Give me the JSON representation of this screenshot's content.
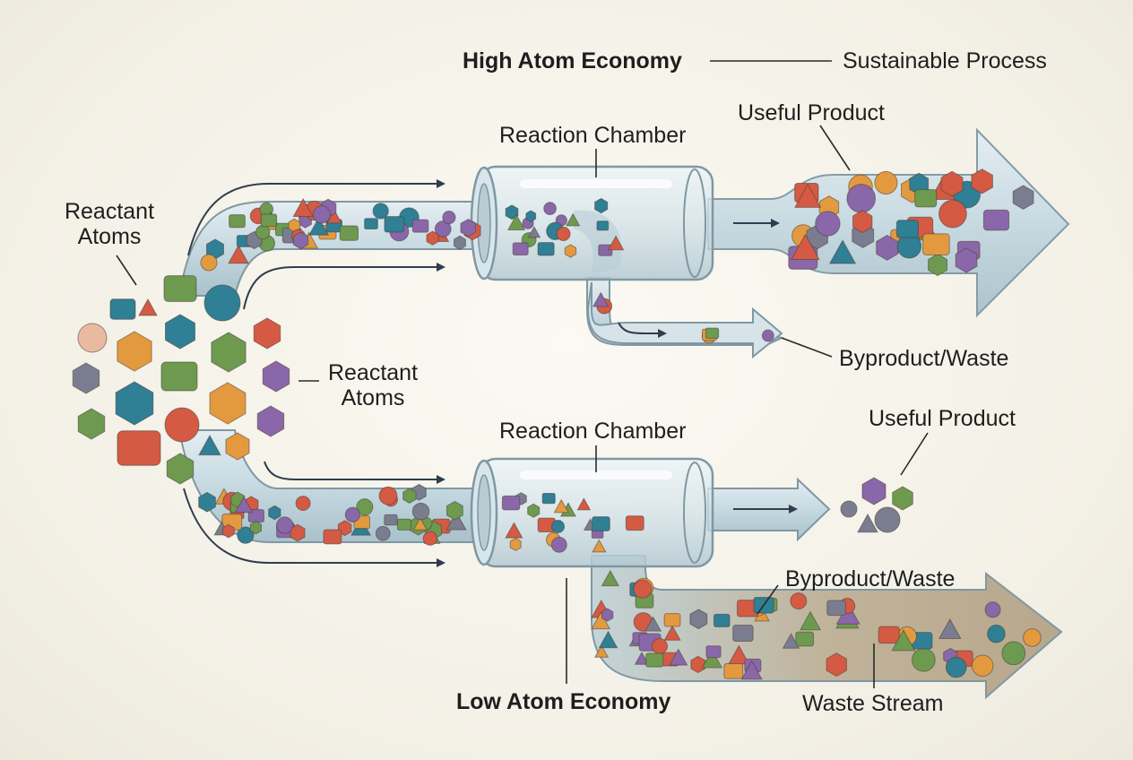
{
  "labels": {
    "high_atom_economy": "High Atom Economy",
    "sustainable_process": "Sustainable Process",
    "reaction_chamber_top": "Reaction Chamber",
    "useful_product_top": "Useful Product",
    "reactant_atoms_left": "Reactant\nAtoms",
    "reactant_atoms_mid": "Reactant\nAtoms",
    "byproduct_waste_top": "Byproduct/Waste",
    "reaction_chamber_bottom": "Reaction Chamber",
    "useful_product_bottom": "Useful Product",
    "byproduct_waste_bottom": "Byproduct/Waste",
    "low_atom_economy": "Low Atom Economy",
    "waste_stream": "Waste Stream"
  },
  "colors": {
    "background": "#f3f0e6",
    "tube_fill": "#c9dbe2",
    "tube_stroke": "#7f98a3",
    "arrow": "#2f3d4e",
    "waste_tint": "#b7a68a",
    "particle_red": "#d45a44",
    "particle_orange": "#e39a3f",
    "particle_teal": "#2f7f95",
    "particle_green": "#6d9a4f",
    "particle_purple": "#8a67a8",
    "particle_gray": "#7a7d8f",
    "particle_peach": "#e9b9a0"
  }
}
